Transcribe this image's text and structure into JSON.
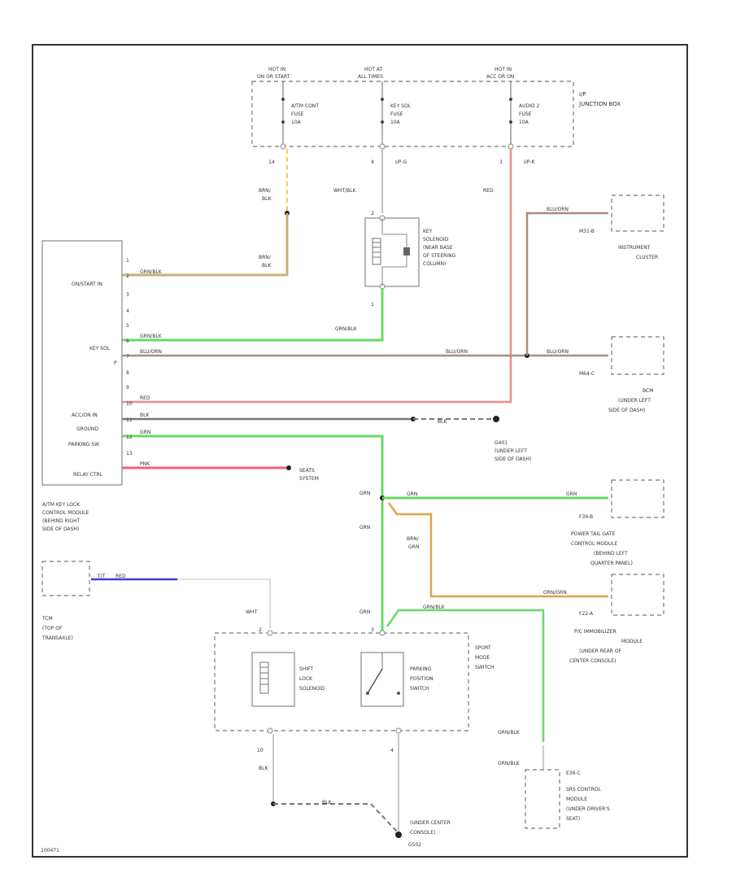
{
  "page_code": "100471",
  "junction_box": {
    "title_line1": "I/P",
    "title_line2": "JUNCTION BOX",
    "hot_labels": [
      [
        "HOT IN",
        "ON OR START"
      ],
      [
        "HOT AT",
        "ALL TIMES"
      ],
      [
        "HOT IN",
        "ACC OR ON"
      ]
    ],
    "fuses": [
      [
        "A/TM CONT",
        "FUSE",
        "10A"
      ],
      [
        "KEY SOL",
        "FUSE",
        "10A"
      ],
      [
        "AUDIO 2",
        "FUSE",
        "10A"
      ]
    ],
    "pin_labels": [
      "14",
      "4",
      "I/P-G",
      "3",
      "I/P-K"
    ]
  },
  "wires": {
    "brn_blk": [
      "BRN/",
      "BLK"
    ],
    "wht_blk": "WHT/BLK",
    "red": "RED",
    "bluorn": "BLU/ORN",
    "grnblk": "GRN/BLK",
    "blk": "BLK",
    "grn": "GRN",
    "brn_grn": [
      "BRN/",
      "GRN"
    ],
    "orngrn": "ORN/GRN",
    "pnk": "PNK",
    "wht": "WHT",
    "blk_lower": "BLK",
    "grn_blk_lower": "GRN/BLK"
  },
  "module": {
    "labels": [
      "ON/START IN",
      "KEY SOL",
      "P",
      "ACC/ON IN",
      "GROUND",
      "PARKING SW",
      "RELAY CTRL"
    ],
    "pins": [
      "1",
      "2",
      "3",
      "4",
      "5",
      "6",
      "7",
      "8",
      "9",
      "10",
      "11",
      "12",
      "13"
    ],
    "wire_codes": [
      "GRN/BLK",
      "GRN/BLK",
      "BLU/ORN",
      "RED",
      "BLK",
      "GRN",
      "PNK"
    ],
    "caption": [
      "A/TM KEY LOCK",
      "CONTROL MODULE",
      "(BEHIND RIGHT",
      "SIDE OF DASH)"
    ]
  },
  "key_solenoid": {
    "caption": [
      "KEY",
      "SOLENOID",
      "(NEAR BASE",
      "OF STEERING",
      "COLUMN)"
    ],
    "pins": [
      "2",
      "1"
    ]
  },
  "instrument_cluster": {
    "connector": "M31-B",
    "caption": [
      "INSTRUMENT",
      "CLUSTER"
    ]
  },
  "bcm": {
    "connector": "M64-C",
    "caption": [
      "BCM",
      "(UNDER LEFT",
      "SIDE OF DASH)"
    ]
  },
  "ground_g401": {
    "code": "BLK",
    "caption": [
      "G401",
      "(UNDER LEFT",
      "SIDE OF DASH)"
    ]
  },
  "seats": {
    "caption": [
      "SEATS",
      "SYSTEM"
    ]
  },
  "power_tailgate": {
    "connector": "F39-B",
    "caption": [
      "POWER TAIL GATE",
      "CONTROL MODULE",
      "(BEHIND LEFT",
      "QUARTER PANEL)"
    ]
  },
  "immobilizer": {
    "connector": "F22-A",
    "caption": [
      "P/C IMMOBILIZER",
      "MODULE",
      "(UNDER REAR OF",
      "CENTER CONSOLE)"
    ]
  },
  "tcm": {
    "code": "T/T",
    "wire": "RED",
    "caption": [
      "TCM",
      "(TOP OF",
      "TRANSAXLE)"
    ]
  },
  "sport_mode_switch": {
    "caption": [
      "SPORT",
      "MODE",
      "SWITCH"
    ],
    "shift_lock": [
      "SHIFT",
      "LOCK",
      "SOLENOID"
    ],
    "parking_switch": [
      "PARKING",
      "POSITION",
      "SWITCH"
    ],
    "pins": [
      "2",
      "3",
      "10",
      "4"
    ]
  },
  "srs": {
    "connector": "E36-C",
    "caption": [
      "SRS CONTROL",
      "MODULE",
      "(UNDER DRIVER'S",
      "SEAT)"
    ]
  },
  "ground_lower": {
    "caption": [
      "(UNDER CENTER",
      "CONSOLE)"
    ],
    "code": "G502"
  },
  "colors": {
    "brn_blk": "#c8b070",
    "yellow_dash": "#e8cf45",
    "grn": "#66d966",
    "red": "#f28a8a",
    "pnk": "#f0607a",
    "brown": "#a98d7a",
    "orange": "#e0a24a",
    "blue": "#4040d0",
    "blk": "#777777",
    "light": "#cccccc"
  }
}
